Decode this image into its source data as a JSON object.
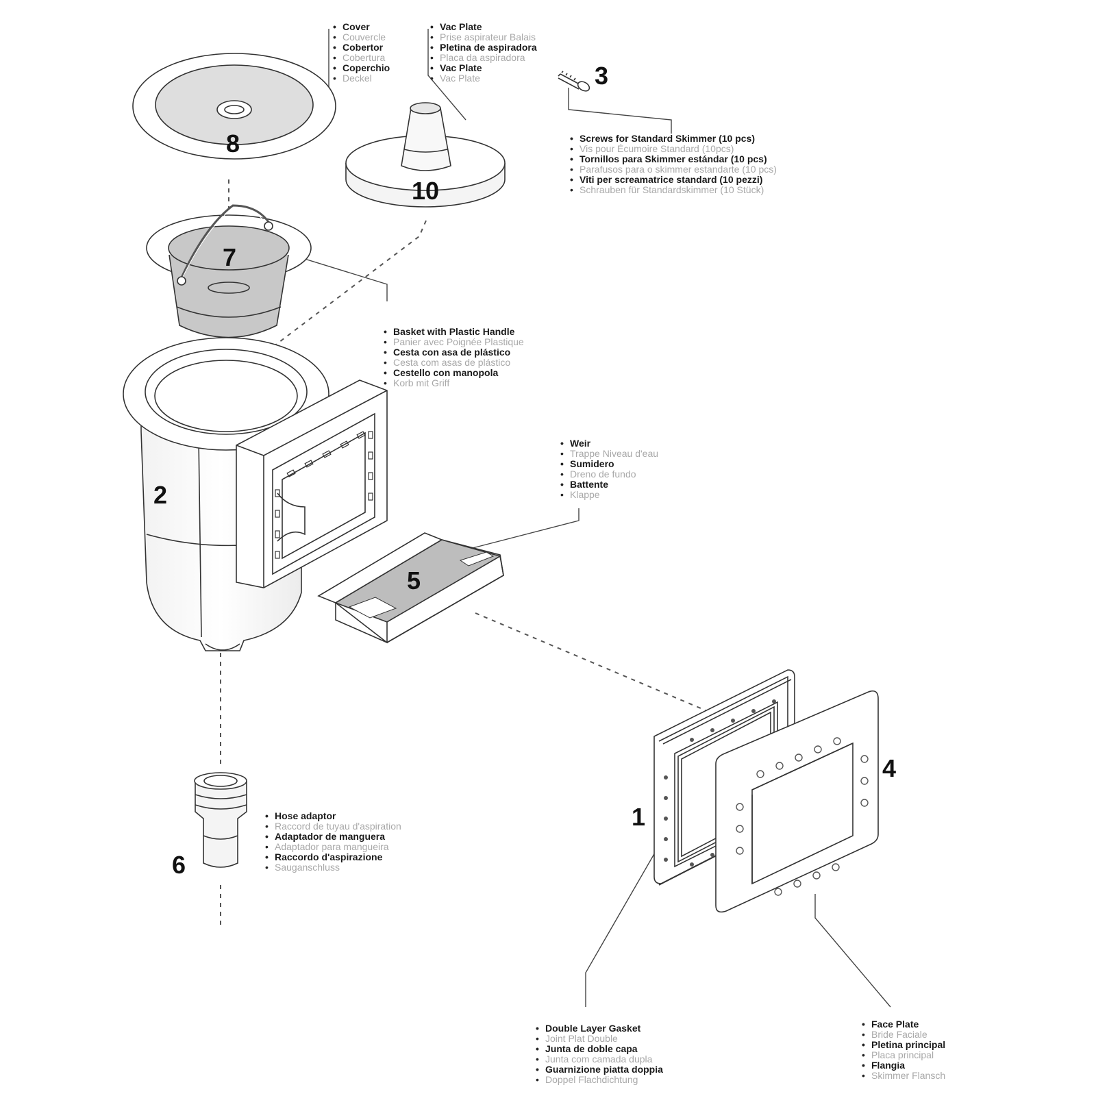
{
  "callouts": {
    "cover": [
      "Cover",
      "Couvercle",
      "Cobertor",
      "Cobertura",
      "Coperchio",
      "Deckel"
    ],
    "vac_plate": [
      "Vac Plate",
      "Prise aspirateur Balais",
      "Pletina de aspiradora",
      "Placa da aspiradora",
      "Vac Plate",
      "Vac Plate"
    ],
    "screws": [
      "Screws for Standard Skimmer (10 pcs)",
      "Vis pour Écumoire Standard (10pcs)",
      "Tornillos para Skimmer estándar (10 pcs)",
      "Parafusos para o skimmer estandarte (10 pcs)",
      "Viti per screamatrice standard (10 pezzi)",
      "Schrauben für Standardskimmer (10 Stück)"
    ],
    "basket": [
      "Basket with Plastic Handle",
      "Panier avec Poignée Plastique",
      "Cesta con asa de plástico",
      "Cesta com asas de plástico",
      "Cestello con manopola",
      "Korb mit Griff"
    ],
    "weir": [
      "Weir",
      "Trappe Niveau d'eau",
      "Sumidero",
      "Dreno de fundo",
      "Battente",
      "Klappe"
    ],
    "hose_adaptor": [
      "Hose adaptor",
      "Raccord de tuyau d'aspiration",
      "Adaptador de manguera",
      "Adaptador para mangueira",
      "Raccordo d'aspirazione",
      "Sauganschluss"
    ],
    "gasket": [
      "Double Layer Gasket",
      "Joint Plat Double",
      "Junta de doble capa",
      "Junta com camada dupla",
      "Guarnizione piatta doppia",
      "Doppel Flachdichtung"
    ],
    "face_plate": [
      "Face Plate",
      "Bride Faciale",
      "Pletina principal",
      "Placa principal",
      "Flangia",
      "Skimmer Flansch"
    ]
  },
  "part_numbers": {
    "cover": "8",
    "vac_plate": "10",
    "screw": "3",
    "basket": "7",
    "body": "2",
    "weir": "5",
    "hose_adaptor": "6",
    "gasket": "1",
    "face_plate": "4"
  }
}
